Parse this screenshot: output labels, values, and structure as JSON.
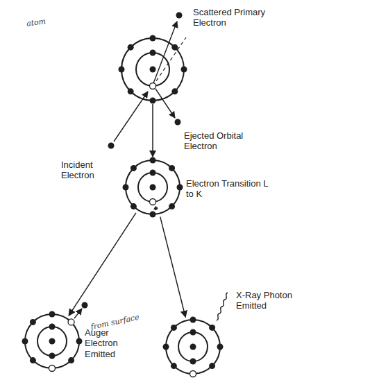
{
  "diagram": {
    "nodes": [
      {
        "text": [
          "atom"
        ]
      },
      {
        "text": [
          "Electron Transition L to K"
        ]
      },
      {
        "text": [
          "Auger Electron Emitted"
        ]
      },
      {
        "text": [
          "X-Ray Photon Emitted"
        ]
      }
    ],
    "edges": [
      {
        "from": 0,
        "to": 1,
        "arrow": "to"
      },
      {
        "from": 1,
        "to": 2,
        "arrow": "to"
      },
      {
        "from": 1,
        "to": 3,
        "arrow": "to"
      }
    ],
    "labels": [
      "Scattered Primary Electron",
      "Incident Electron",
      "Ejected Orbital Electron",
      "from surface"
    ]
  }
}
